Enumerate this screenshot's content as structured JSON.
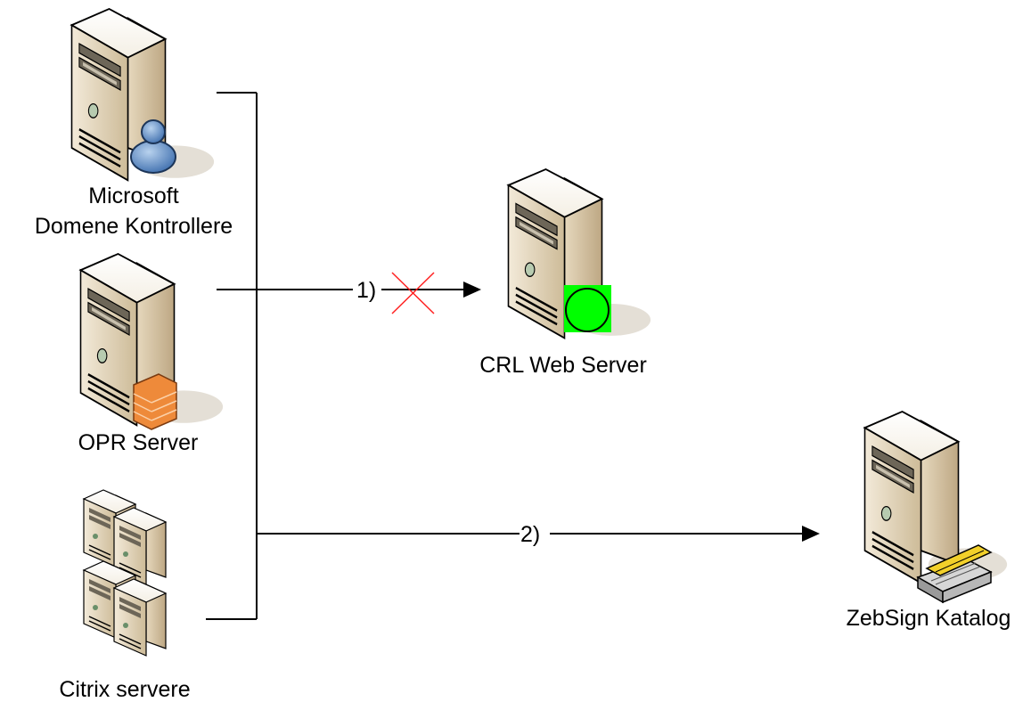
{
  "nodes": {
    "domain_controller": {
      "label_line1": "Microsoft",
      "label_line2": "Domene Kontrollere",
      "badge": "user-icon"
    },
    "opr_server": {
      "label": "OPR Server",
      "badge": "firewall-icon"
    },
    "citrix_servers": {
      "label": "Citrix servere"
    },
    "crl_web_server": {
      "label": "CRL Web Server",
      "badge": "green-status-icon"
    },
    "zebsign_catalog": {
      "label": "ZebSign Katalog",
      "badge": "card-reader-icon"
    }
  },
  "connections": {
    "to_crl": {
      "label": "1)",
      "status": "blocked"
    },
    "to_zebsign": {
      "label": "2)",
      "status": "ok"
    }
  },
  "colors": {
    "blocked_mark": "#ff2020",
    "status_green": "#00ff00",
    "line": "#000000"
  }
}
